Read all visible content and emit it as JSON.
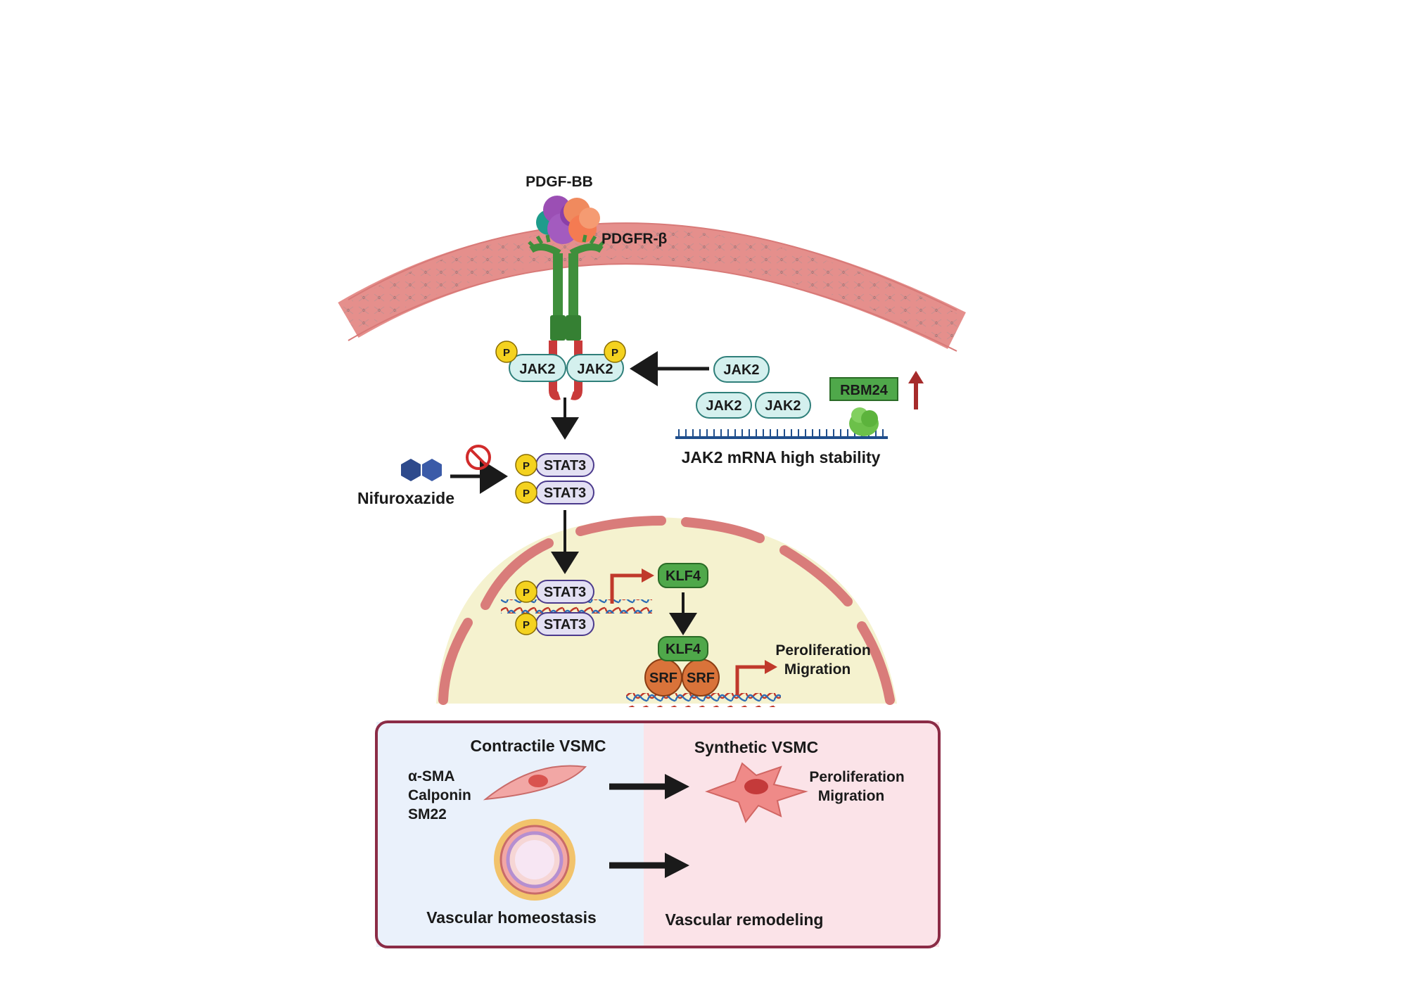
{
  "labels": {
    "ligand": "PDGF-BB",
    "receptor": "PDGFR-β",
    "drug": "Nifuroxazide",
    "mrna": "JAK2 mRNA high stability",
    "outcome_nucleus_line1": "Peroliferation",
    "outcome_nucleus_line2": "Migration"
  },
  "molecules": {
    "jak2": "JAK2",
    "stat3": "STAT3",
    "klf4": "KLF4",
    "srf": "SRF",
    "rbm24": "RBM24",
    "phospho": "P"
  },
  "bottom_panel": {
    "left_title": "Contractile VSMC",
    "markers": [
      "α-SMA",
      "Calponin",
      "SM22"
    ],
    "left_caption": "Vascular homeostasis",
    "right_title": "Synthetic VSMC",
    "right_outcome_line1": "Peroliferation",
    "right_outcome_line2": "Migration",
    "right_caption": "Vascular remodeling"
  },
  "colors": {
    "membrane": "#f2a7a5",
    "nucleus": "#f5f2cf",
    "receptor": "#3f8f3c",
    "jak2_fill": "#d4f0ee",
    "stat3_fill": "#e3e0f3",
    "phospho_fill": "#f4d21f",
    "klf4_fill": "#4fa84a",
    "srf_fill": "#d9733a",
    "activation_arrow": "#c0392b",
    "panel_border": "#8b2c46",
    "panel_left_bg": "#eaf1fb",
    "panel_right_bg": "#fbe3e8"
  },
  "icons": {
    "inhibition": "no-entry-icon",
    "upregulation": "up-arrow-icon",
    "transcription": "bent-arrow-icon"
  }
}
